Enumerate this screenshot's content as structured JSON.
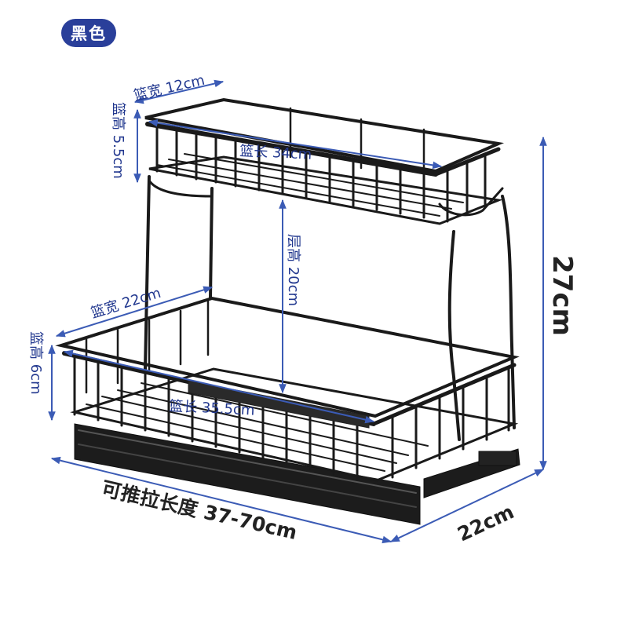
{
  "badge": {
    "text": "黑色"
  },
  "dimensions": {
    "top_basket_width": "篮宽 12cm",
    "top_basket_height": "篮高 5.5cm",
    "top_basket_length": "篮长 34cm",
    "layer_height": "层高 20cm",
    "bottom_basket_width": "篮宽 22cm",
    "bottom_basket_height": "篮高 6cm",
    "bottom_basket_length": "篮长 35.5cm",
    "pull_length": "可推拉长度 37-70cm",
    "overall_depth": "22cm",
    "overall_height": "27cm"
  },
  "colors": {
    "accent": "#2a3f9a",
    "dimension_line": "#3b5bb5",
    "rack": "#1a1a1a"
  }
}
